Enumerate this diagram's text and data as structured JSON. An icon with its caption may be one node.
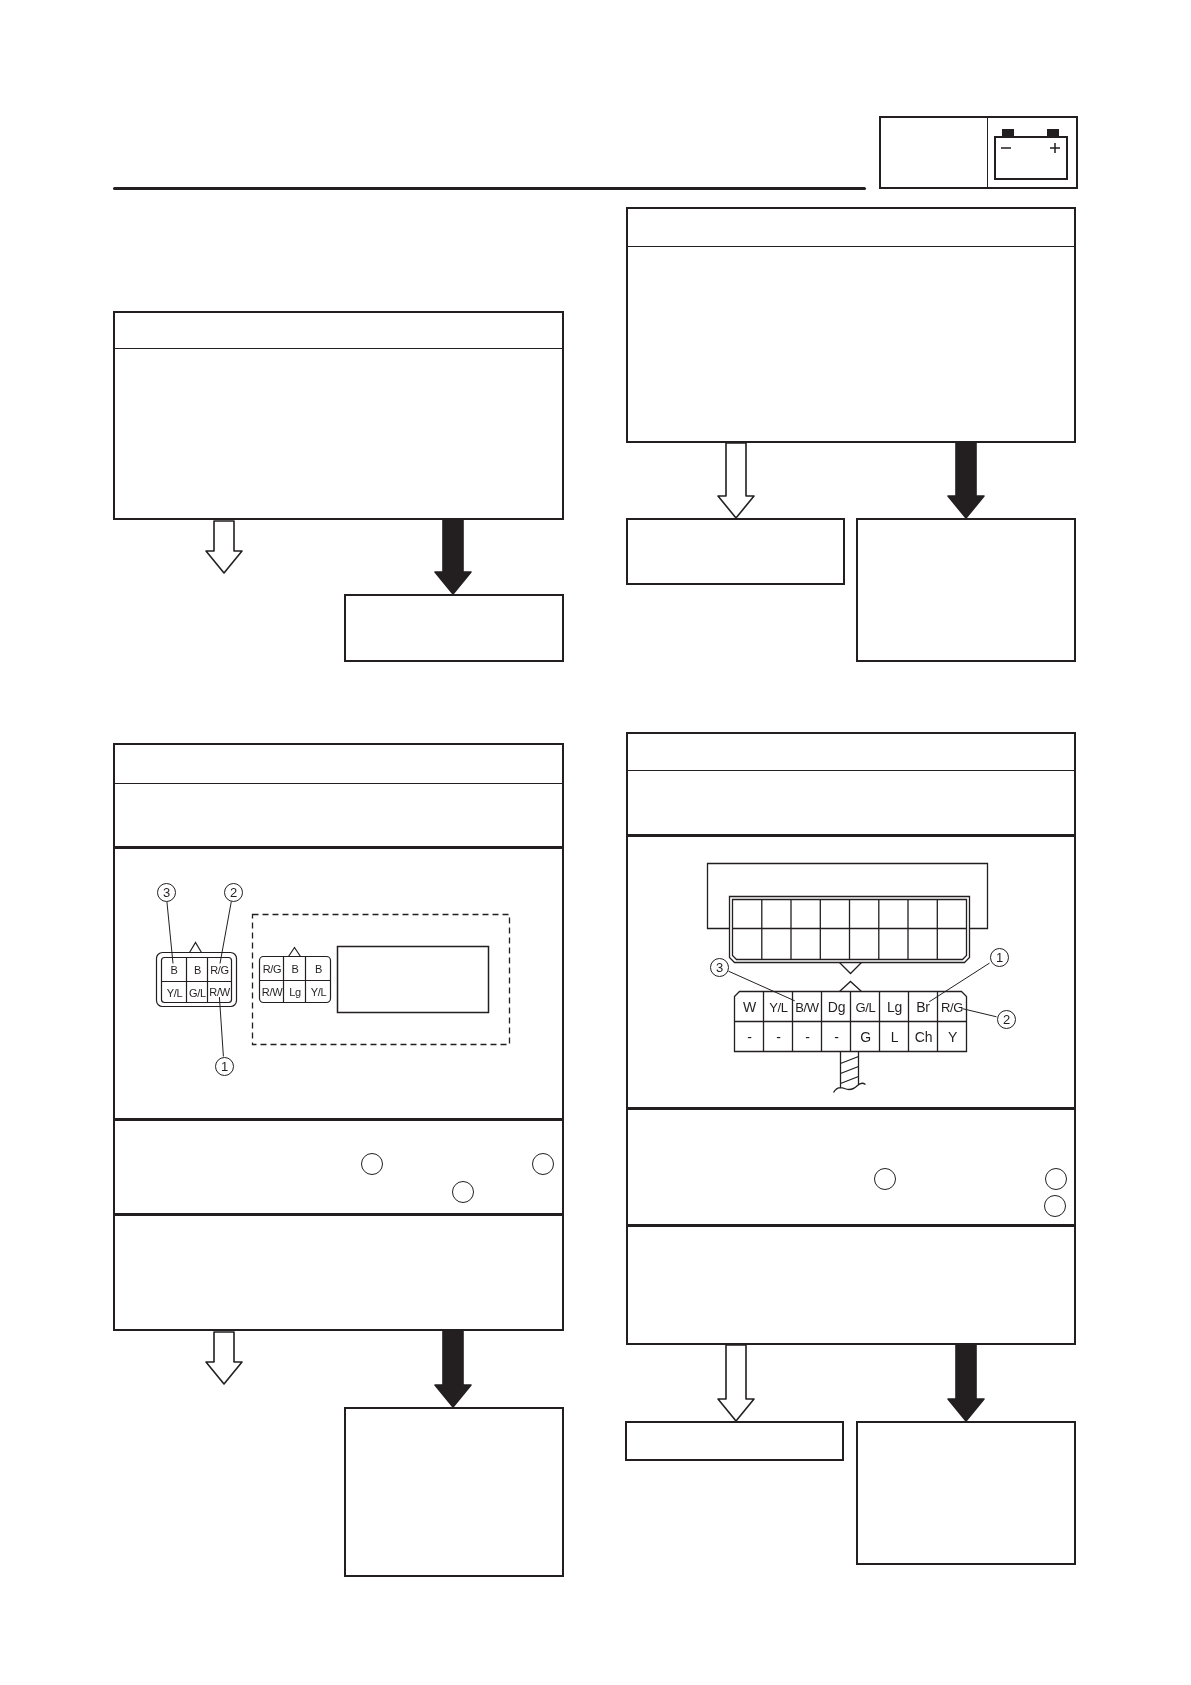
{
  "diagram": {
    "nodes": [
      {
        "text": [],
        "shape": "box"
      },
      {
        "text": [],
        "shape": "box"
      },
      {
        "text": [],
        "shape": "box"
      },
      {
        "text": [],
        "shape": "box"
      },
      {
        "text": [],
        "shape": "box"
      },
      {
        "text": [],
        "shape": "box"
      },
      {
        "text": [],
        "shape": "box"
      },
      {
        "text": [
          "3"
        ],
        "in": 6
      },
      {
        "text": [
          "2"
        ],
        "in": 6
      },
      {
        "text": [
          "B"
        ],
        "in": 6
      },
      {
        "text": [
          "R/G"
        ],
        "in": 6
      },
      {
        "text": [
          "R/W"
        ],
        "in": 6
      },
      {
        "text": [
          "1"
        ],
        "in": 6
      },
      {
        "text": [],
        "shape": "circle",
        "in": 6
      },
      {
        "text": [],
        "shape": "circle",
        "in": 6
      },
      {
        "text": [],
        "shape": "circle",
        "in": 6
      },
      {
        "text": [],
        "shape": "box"
      },
      {
        "text": [],
        "shape": "box"
      },
      {
        "text": [
          "3"
        ],
        "in": 17
      },
      {
        "text": [
          "B/W"
        ],
        "in": 17
      },
      {
        "text": [
          "Br"
        ],
        "in": 17
      },
      {
        "text": [
          "1"
        ],
        "in": 17
      },
      {
        "text": [
          "R/G"
        ],
        "in": 17
      },
      {
        "text": [
          "2"
        ],
        "in": 17
      },
      {
        "text": [],
        "shape": "circle",
        "in": 17
      },
      {
        "text": [],
        "shape": "circle",
        "in": 17
      },
      {
        "text": [],
        "shape": "circle",
        "in": 17
      },
      {
        "text": [],
        "shape": "box"
      },
      {
        "text": [],
        "shape": "box"
      }
    ],
    "edges": [
      {
        "from": 1,
        "to": null,
        "arrow": "to"
      },
      {
        "from": 1,
        "to": 2,
        "arrow": "to",
        "color": "#231f20"
      },
      {
        "from": 3,
        "to": 4,
        "arrow": "to"
      },
      {
        "from": 3,
        "to": 5,
        "arrow": "to",
        "color": "#231f20"
      },
      {
        "from": 6,
        "to": null,
        "arrow": "to"
      },
      {
        "from": 6,
        "to": 16,
        "arrow": "to",
        "color": "#231f20"
      },
      {
        "from": 17,
        "to": 27,
        "arrow": "to"
      },
      {
        "from": 17,
        "to": 28,
        "arrow": "to",
        "color": "#231f20"
      },
      {
        "from": 7,
        "to": 9,
        "arrow": "none"
      },
      {
        "from": 8,
        "to": 10,
        "arrow": "none"
      },
      {
        "from": 12,
        "to": 11,
        "arrow": "none"
      },
      {
        "from": 18,
        "to": 19,
        "arrow": "none"
      },
      {
        "from": 21,
        "to": 20,
        "arrow": "none"
      },
      {
        "from": 23,
        "to": 22,
        "arrow": "none"
      }
    ],
    "labels": [
      "B",
      "Y/L",
      "G/L",
      "R/G",
      "B",
      "B",
      "R/W",
      "Lg",
      "Y/L",
      "W",
      "Y/L",
      "Dg",
      "G/L",
      "Lg",
      "-",
      "-",
      "-",
      "-",
      "G",
      "L",
      "Ch",
      "Y"
    ]
  }
}
